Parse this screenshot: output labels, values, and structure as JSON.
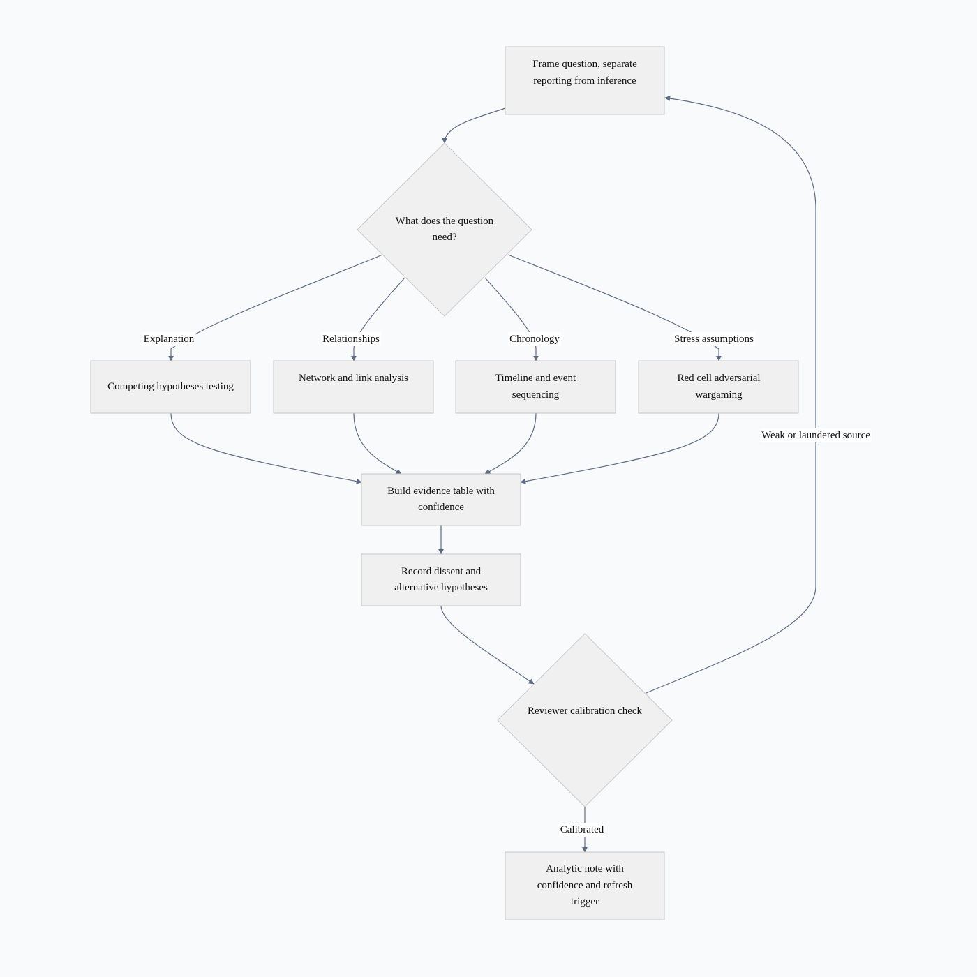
{
  "diagram": {
    "nodes": {
      "frame": "Frame question, separate reporting from inference",
      "question": "What does the question need?",
      "competing": "Competing hypotheses testing",
      "network": "Network and link analysis",
      "timeline": "Timeline and event sequencing",
      "redcell": "Red cell adversarial wargaming",
      "evidence": "Build evidence table with confidence",
      "dissent": "Record dissent and alternative hypotheses",
      "reviewer": "Reviewer calibration check",
      "note": "Analytic note with confidence and refresh trigger"
    },
    "edge_labels": {
      "explanation": "Explanation",
      "relationships": "Relationships",
      "chronology": "Chronology",
      "stress": "Stress assumptions",
      "weak": "Weak or laundered source",
      "calibrated": "Calibrated"
    },
    "colors": {
      "background": "#f9fafb",
      "node_fill": "#f0f0f0",
      "node_stroke": "#c6c6c6",
      "edge": "#5e6b85",
      "text": "#111111"
    }
  }
}
